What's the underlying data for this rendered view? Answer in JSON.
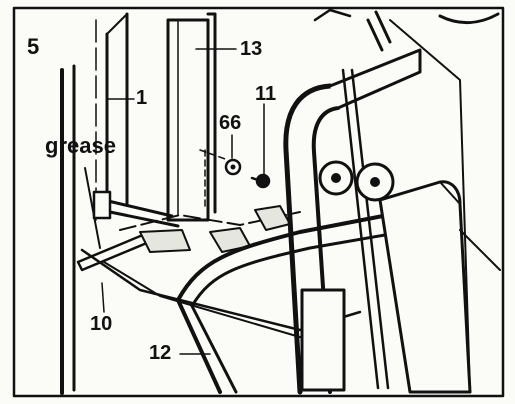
{
  "diagram": {
    "step_number": "5",
    "callouts": {
      "part_1": "1",
      "part_13": "13",
      "part_11": "11",
      "part_66": "66",
      "grease": "grease",
      "part_10": "10",
      "part_12": "12"
    },
    "colors": {
      "ink": "#111111",
      "paper": "#fbfbf8",
      "shade": "#e6e6e1"
    }
  }
}
